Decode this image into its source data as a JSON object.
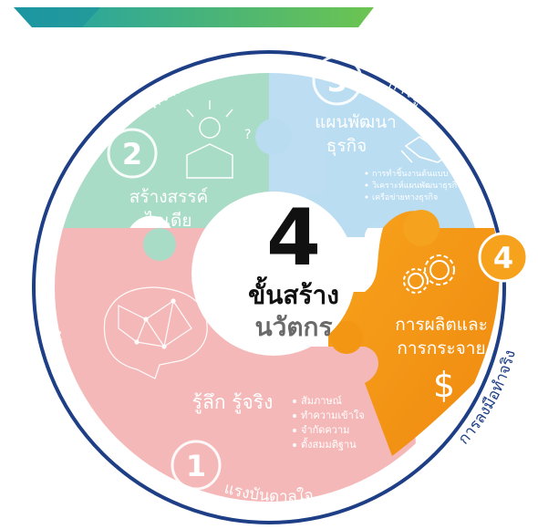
{
  "center": {
    "number": "4",
    "line1": "ขั้นสร้าง",
    "line2": "นวัตกร"
  },
  "ring": {
    "inspiration": "แรงบันดาลใจ",
    "imagination": "จินตนาการ",
    "creativity": "ความคิดสร้างสรรค์",
    "integration": "การบูรณาการ",
    "action": "การลงมือทำจริง"
  },
  "steps": [
    {
      "number": "1",
      "title": "รู้ลึก รู้จริง",
      "bullets": [
        "สัมภาษณ์",
        "ทำความเข้าใจ",
        "จำกัดความ",
        "ตั้งสมมติฐาน"
      ],
      "icon": "brain-network-icon",
      "color": "#f5b8b8"
    },
    {
      "number": "2",
      "title_line1": "สร้างสรรค์",
      "title_line2": "ไอเดีย",
      "icon": "idea-box-icon",
      "color": "#a9dcc6"
    },
    {
      "number": "3",
      "title_line1": "แผนพัฒนา",
      "title_line2": "ธุรกิจ",
      "bullets": [
        "การทำชิ้นงานต้นแบบ",
        "วิเคราะห์แผนพัฒนาธุรกิจ",
        "เครือข่ายทางธุรกิจ"
      ],
      "icon": "handshake-icon",
      "color": "#b9dcf1"
    },
    {
      "number": "4",
      "title_line1": "การผลิตและ",
      "title_line2": "การกระจาย",
      "icon": "gears-dollar-icon",
      "color": "#f39a1b"
    }
  ],
  "colors": {
    "ring": "#1e3f86",
    "center_text": "#111111",
    "banner_teal": "#24a3a6",
    "banner_green": "#67c25a"
  }
}
